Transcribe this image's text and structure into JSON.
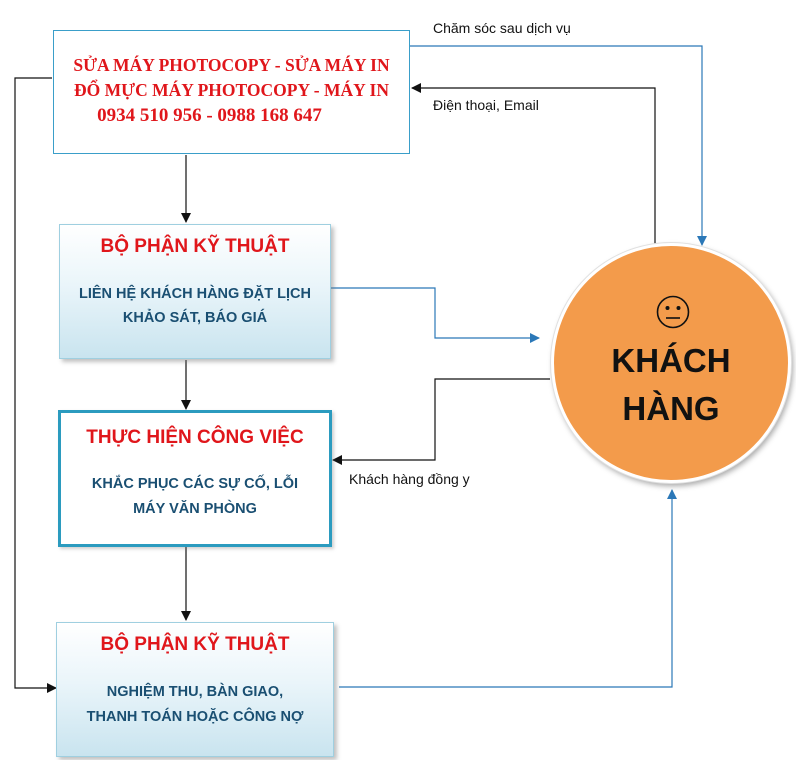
{
  "header": {
    "line1": "SỬA MÁY PHOTOCOPY -  SỬA MÁY IN",
    "line2": "ĐỔ MỰC MÁY PHOTOCOPY - MÁY IN",
    "phones": "0934 510 956 - 0988 168 647"
  },
  "steps": [
    {
      "title": "BỘ PHẬN KỸ THUẬT",
      "desc_line1": "LIÊN HỆ KHÁCH HÀNG ĐẶT LỊCH",
      "desc_line2": "KHẢO SÁT, BÁO GIÁ"
    },
    {
      "title": "THỰC HIỆN CÔNG VIỆC",
      "desc_line1": "KHẮC PHỤC CÁC SỰ CỐ, LỖI",
      "desc_line2": "MÁY VĂN PHÒNG"
    },
    {
      "title": "BỘ PHẬN KỸ THUẬT",
      "desc_line1": "NGHIỆM THU, BÀN GIAO,",
      "desc_line2": "THANH TOÁN HOẶC CÔNG NỢ"
    }
  ],
  "customer": {
    "line1": "KHÁCH",
    "line2": "HÀNG",
    "face_icon": "neutral-face-icon"
  },
  "labels": {
    "after_sales": "Chăm sóc sau dịch vụ",
    "contact": "Điện thoại, Email",
    "agree": "Khách hàng đồng y"
  },
  "colors": {
    "red_text": "#e0161b",
    "blue_text": "#1a4f72",
    "arrow_blue": "#2b78b8",
    "circle_fill": "#f39b4b"
  }
}
